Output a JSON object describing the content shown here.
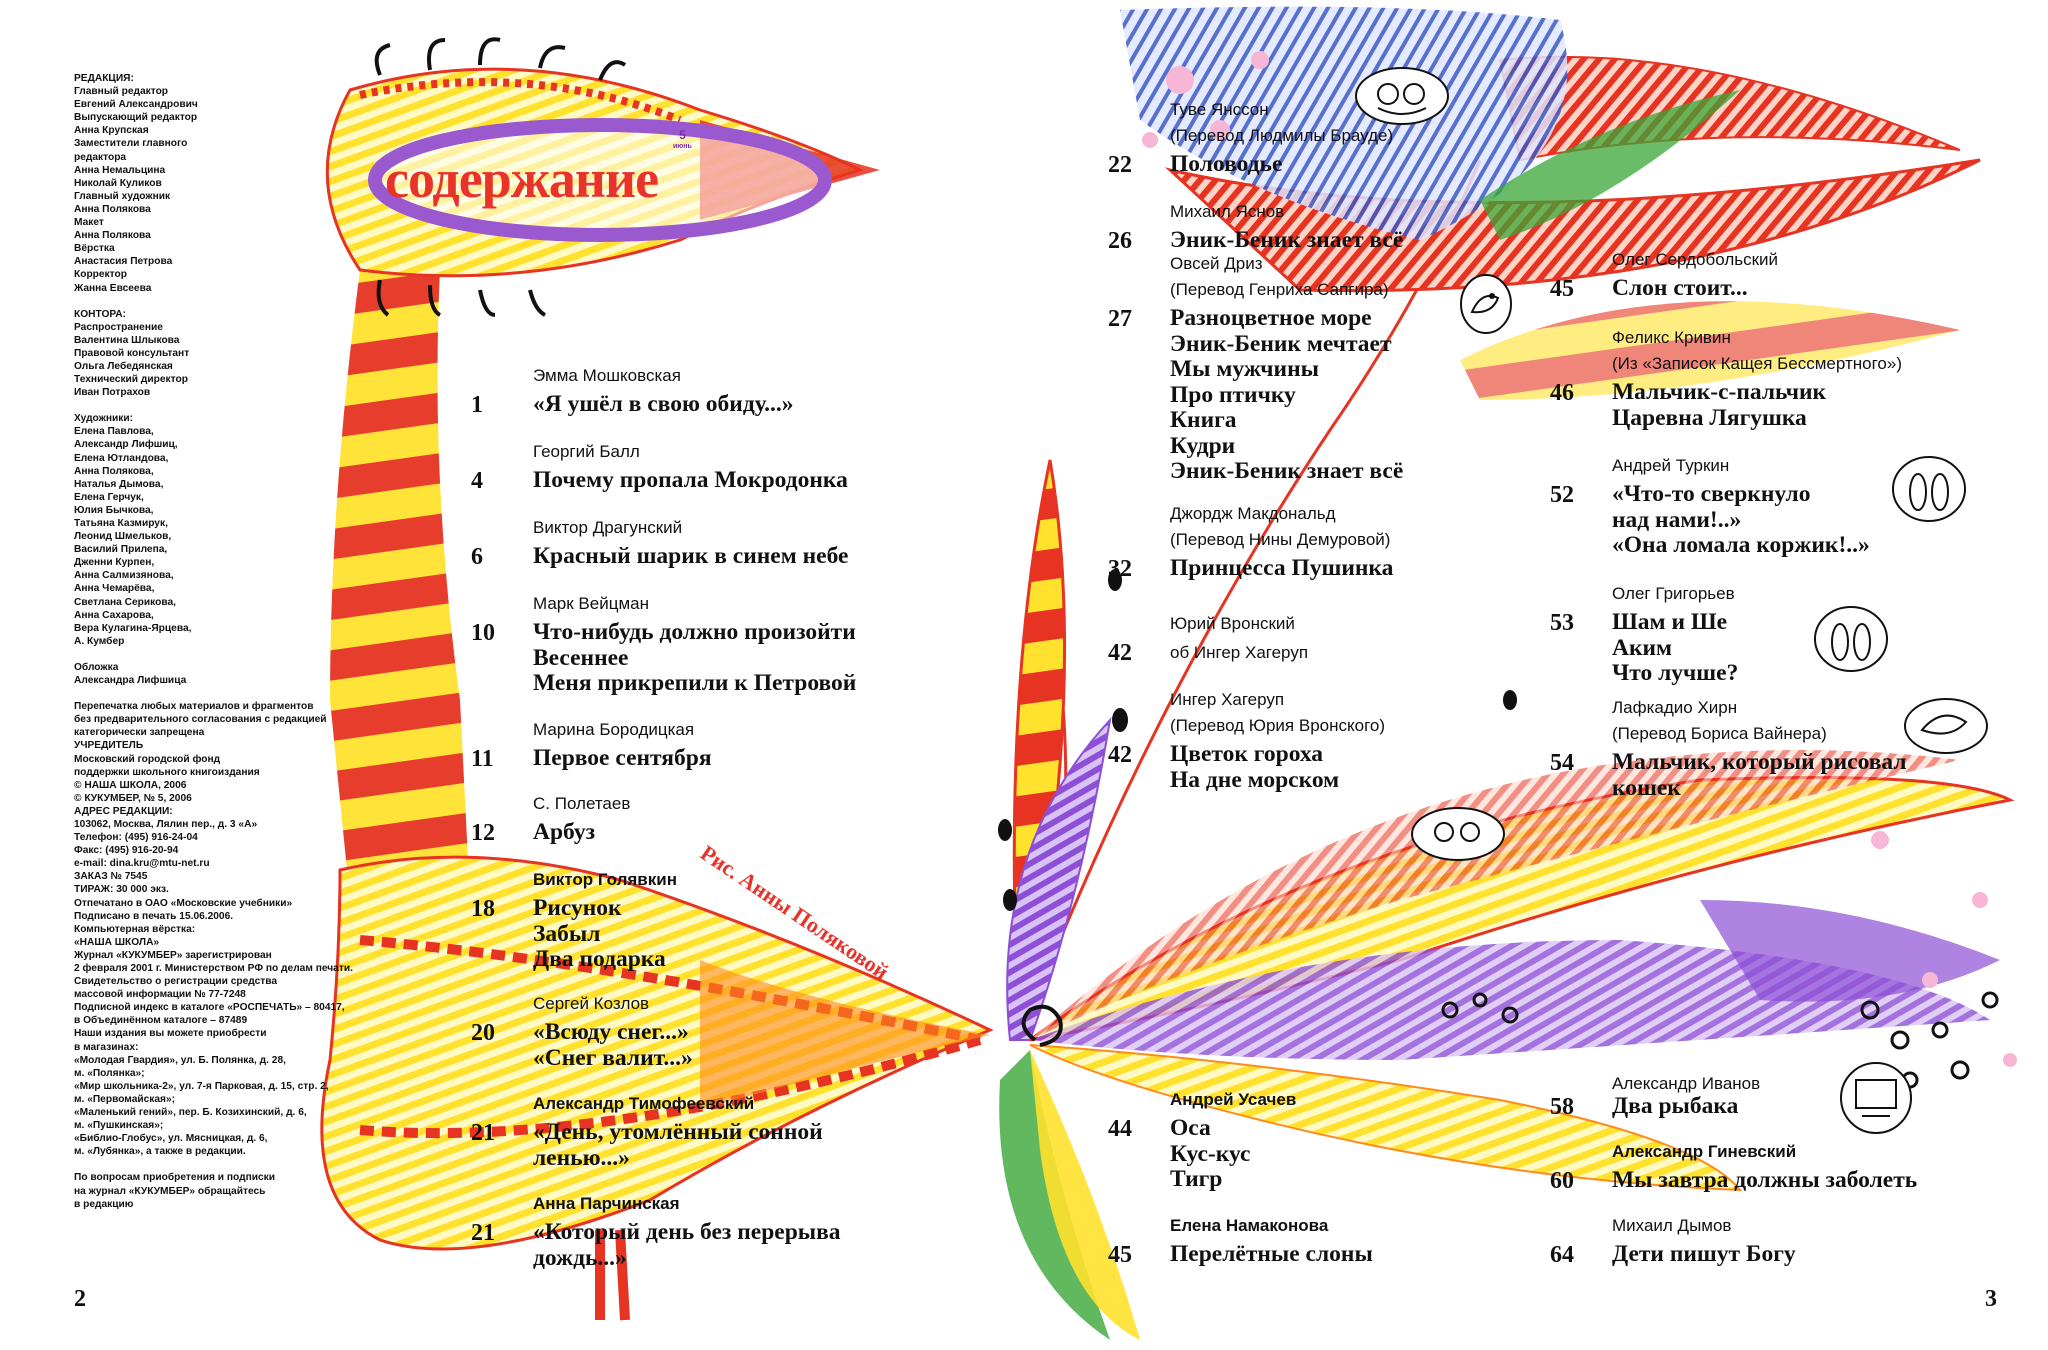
{
  "masthead": {
    "title": "содержание",
    "issue_number": "5",
    "issue_month": "июнь"
  },
  "colors": {
    "title_red": "#e8322a",
    "oval_purple": "#9b59d0",
    "feather_yellow": "#ffe12e",
    "feather_red": "#e63322",
    "feather_purple": "#8c4fd6",
    "feather_orange": "#ff8a1c",
    "feather_green": "#3aa636"
  },
  "imprint": {
    "blocks": [
      [
        "РЕДАКЦИЯ:",
        "Главный редактор",
        "Евгений Александрович",
        "Выпускающий редактор",
        "Анна Крупская",
        "Заместители главного",
        "редактора",
        "Анна Немальцина",
        "Николай Куликов",
        "Главный художник",
        "Анна Полякова",
        "Макет",
        "Анна Полякова",
        "Вёрстка",
        "Анастасия Петрова",
        "Корректор",
        "Жанна Евсеева"
      ],
      [
        "КОНТОРА:",
        "Распространение",
        "Валентина Шлыкова",
        "Правовой консультант",
        "Ольга Лебедянская",
        "Технический директор",
        "Иван Потрахов"
      ],
      [
        "Художники:",
        "Елена Павлова,",
        "Александр Лифшиц,",
        "Елена Ютландова,",
        "Анна Полякова,",
        "Наталья Дымова,",
        "Елена Герчук,",
        "Юлия Бычкова,",
        "Татьяна Казмирук,",
        "Леонид Шмельков,",
        "Василий Прилепа,",
        "Дженни Курпен,",
        "Анна Салмизянова,",
        "Анна Чемарёва,",
        "Светлана Серикова,",
        "Анна Сахарова,",
        "Вера Кулагина-Ярцева,",
        "А. Кумбер"
      ],
      [
        "Обложка",
        "Александра Лифшица"
      ],
      [
        "Перепечатка любых материалов и фрагментов",
        "без предварительного согласования с редакцией",
        "категорически запрещена",
        "УЧРЕДИТЕЛЬ",
        "Московский городской фонд",
        "поддержки школьного книгоиздания",
        "© НАША ШКОЛА, 2006",
        "© КУКУМБЕР, № 5, 2006",
        "АДРЕС РЕДАКЦИИ:",
        "103062, Москва, Лялин пер., д. 3 «А»",
        "Телефон: (495) 916-24-04",
        "Факс: (495) 916-20-94",
        "e-mail: dina.kru@mtu-net.ru",
        "ЗАКАЗ № 7545",
        "ТИРАЖ: 30 000 экз.",
        "Отпечатано в ОАО «Московские учебники»",
        "Подписано в печать 15.06.2006.",
        "Компьютерная вёрстка:",
        "«НАША ШКОЛА»",
        "Журнал «КУКУМБЕР» зарегистрирован",
        "2 февраля 2001 г. Министерством РФ по делам печати.",
        "Свидетельство о регистрации средства",
        "массовой информации № 77-7248",
        "Подписной индекс в каталоге «РОСПЕЧАТЬ» – 80417,",
        "в Объединённом каталоге – 87489",
        "Наши издания вы можете приобрести",
        "в магазинах:",
        "«Молодая Гвардия», ул. Б. Полянка, д. 28,",
        "м. «Полянка»;",
        "«Мир школьника-2», ул. 7-я Парковая, д. 15, стр. 2,",
        "м. «Первомайская»;",
        "«Маленький гений», пер. Б. Козихинский, д. 6,",
        "м. «Пушкинская»;",
        "«Библио-Глобус», ул. Мясницкая, д. 6,",
        "м. «Лубянка», а также в редакции."
      ],
      [
        "По вопросам приобретения и подписки",
        "на журнал «КУКУМБЕР» обращайтесь",
        "в редакцию"
      ]
    ]
  },
  "illustration_credit": "Рис. Анны Поляковой",
  "contents_left": [
    {
      "author": "Эмма Мошковская",
      "author_bold": false,
      "rows": [
        {
          "n": "1",
          "titles": [
            "«Я ушёл в свою обиду...»"
          ]
        }
      ]
    },
    {
      "author": "Георгий Балл",
      "author_bold": false,
      "rows": [
        {
          "n": "4",
          "titles": [
            "Почему пропала Мокродонка"
          ]
        }
      ]
    },
    {
      "author": "Виктор Драгунский",
      "author_bold": false,
      "rows": [
        {
          "n": "6",
          "titles": [
            "Красный шарик в синем небе"
          ]
        }
      ]
    },
    {
      "author": "Марк Вейцман",
      "author_bold": false,
      "rows": [
        {
          "n": "10",
          "titles": [
            "Что-нибудь должно произойти",
            "Весеннее",
            "Меня прикрепили к Петровой"
          ]
        }
      ]
    },
    {
      "author": "Марина Бородицкая",
      "author_bold": false,
      "rows": [
        {
          "n": "11",
          "titles": [
            "Первое сентября"
          ]
        }
      ]
    },
    {
      "author": "С. Полетаев",
      "author_bold": false,
      "rows": [
        {
          "n": "12",
          "titles": [
            "Арбуз"
          ]
        }
      ]
    },
    {
      "author": "Виктор Голявкин",
      "author_bold": true,
      "rows": [
        {
          "n": "18",
          "titles": [
            "Рисунок",
            "Забыл",
            "Два подарка"
          ]
        }
      ]
    },
    {
      "author": "Сергей Козлов",
      "author_bold": false,
      "rows": [
        {
          "n": "20",
          "titles": [
            "«Всюду снег...»",
            "«Снег валит...»"
          ]
        }
      ]
    },
    {
      "author": "Александр Тимофеевский",
      "author_bold": true,
      "rows": [
        {
          "n": "21",
          "titles": [
            "«День, утомлённый сонной",
            "ленью...»"
          ]
        }
      ]
    },
    {
      "author": "Анна Парчинская",
      "author_bold": true,
      "rows": [
        {
          "n": "21",
          "titles": [
            "«Который день без перерыва",
            "дождь...»"
          ]
        }
      ]
    }
  ],
  "contents_middle": [
    {
      "author": "Туве Янссон",
      "author_bold": false,
      "author2": "(Перевод Людмилы Брауде)",
      "rows": [
        {
          "n": "22",
          "titles": [
            "Половодье"
          ]
        }
      ]
    },
    {
      "author": "Михаил Яснов",
      "author_bold": false,
      "rows": [
        {
          "n": "26",
          "titles": [
            "Эник-Беник знает всё"
          ]
        }
      ]
    },
    {
      "author": "Овсей Дриз",
      "author_bold": false,
      "author2": "(Перевод Генриха Сапгира)",
      "rows": [
        {
          "n": "27",
          "titles": [
            "Разноцветное море",
            "Эник-Беник мечтает",
            "Мы мужчины",
            "Про птичку",
            "Книга",
            "Кудри",
            "Эник-Беник знает всё"
          ]
        }
      ]
    },
    {
      "author": "Джордж Макдональд",
      "author_bold": false,
      "author2": "(Перевод Нины Демуровой)",
      "rows": [
        {
          "n": "32",
          "titles": [
            "Принцесса Пушинка"
          ]
        }
      ]
    },
    {
      "author": "Юрий Вронский",
      "author_bold": false,
      "rows": [
        {
          "n": "42",
          "titles": [],
          "sub": "об Ингер Хагеруп"
        }
      ]
    },
    {
      "author": "Ингер Хагеруп",
      "author_bold": false,
      "author2": "(Перевод Юрия Вронского)",
      "rows": [
        {
          "n": "42",
          "titles": [
            "Цветок гороха",
            "На дне морском"
          ]
        }
      ]
    },
    {
      "author": "Андрей Усачев",
      "author_bold": true,
      "rows": [
        {
          "n": "44",
          "titles": [
            "Оса",
            "Кус-кус",
            "Тигр"
          ]
        }
      ]
    },
    {
      "author": "Елена Намаконова",
      "author_bold": true,
      "rows": [
        {
          "n": "45",
          "titles": [
            "Перелётные слоны"
          ]
        }
      ]
    }
  ],
  "contents_right": [
    {
      "author": "Олег Сердобольский",
      "author_bold": false,
      "rows": [
        {
          "n": "45",
          "titles": [
            "Слон стоит..."
          ]
        }
      ]
    },
    {
      "author": "Феликс Кривин",
      "author_bold": false,
      "author2": "(Из «Записок Кащея Бессмертного»)",
      "rows": [
        {
          "n": "46",
          "titles": [
            "Мальчик-с-пальчик",
            "Царевна Лягушка"
          ]
        }
      ]
    },
    {
      "author": "Андрей Туркин",
      "author_bold": false,
      "rows": [
        {
          "n": "52",
          "titles": [
            "«Что-то сверкнуло",
            "над нами!..»",
            "«Она ломала коржик!..»"
          ]
        }
      ]
    },
    {
      "author": "Олег Григорьев",
      "author_bold": false,
      "rows": [
        {
          "n": "53",
          "titles": [
            "Шам и Ше",
            "Аким",
            "Что лучше?"
          ]
        }
      ]
    },
    {
      "author": "Лафкадио Хирн",
      "author_bold": false,
      "author2": "(Перевод Бориса Вайнера)",
      "rows": [
        {
          "n": "54",
          "titles": [
            "Мальчик, который рисовал",
            "кошек"
          ]
        }
      ]
    },
    {
      "author": "Александр Иванов",
      "author_bold": false,
      "inline": true,
      "rows": [
        {
          "n": "58",
          "titles": [
            "Два рыбака"
          ]
        }
      ]
    },
    {
      "author": "Александр Гиневский",
      "author_bold": true,
      "rows": [
        {
          "n": "60",
          "titles": [
            "Мы завтра должны заболеть"
          ]
        }
      ]
    },
    {
      "author": "Михаил Дымов",
      "author_bold": false,
      "rows": [
        {
          "n": "64",
          "titles": [
            "Дети пишут Богу"
          ]
        }
      ]
    }
  ],
  "page_numbers": {
    "left": "2",
    "right": "3"
  },
  "icons": [
    "rubric-badge-icon",
    "bird-drawing-icon",
    "cucumber-characters-icon",
    "tv-character-icon"
  ]
}
